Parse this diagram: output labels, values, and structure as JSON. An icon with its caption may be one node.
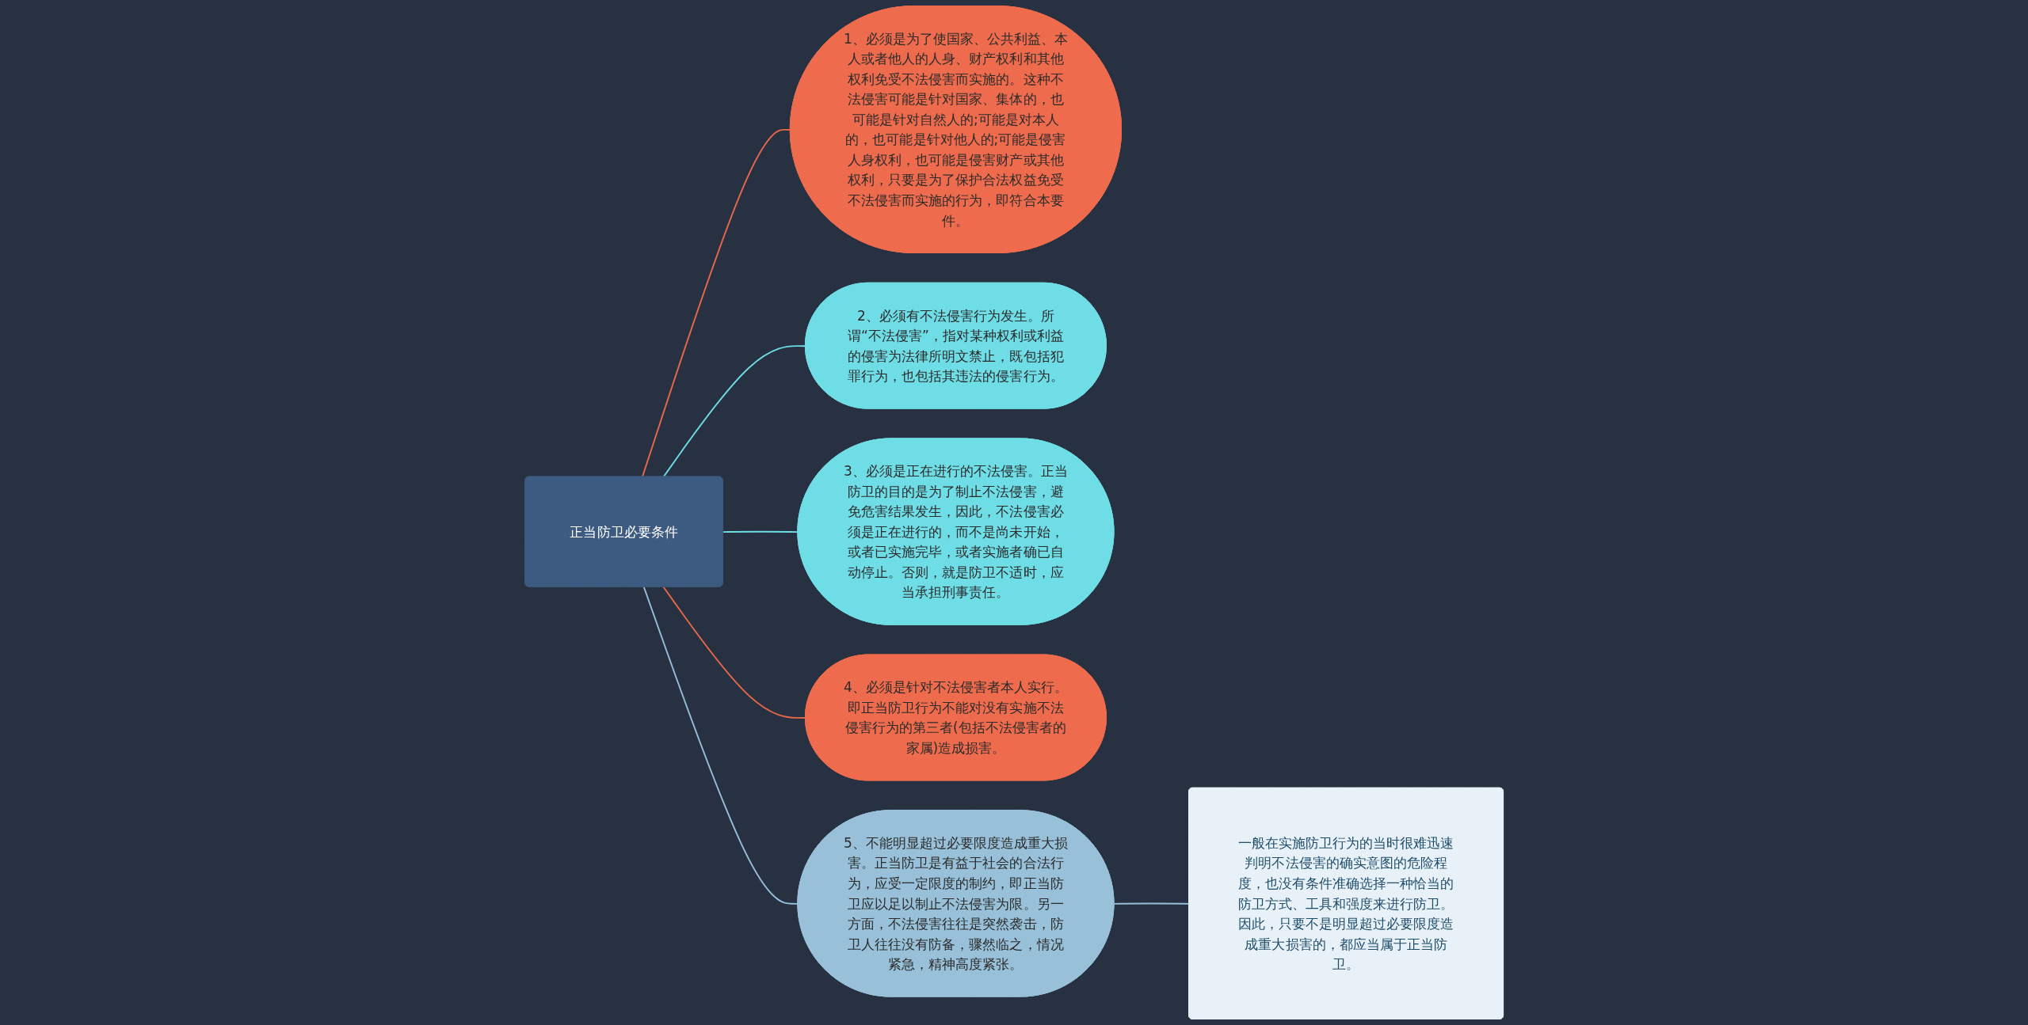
{
  "diagram": {
    "nodes": [
      {
        "text": [
          "正当防卫必要条件"
        ]
      },
      {
        "text": [
          "1、必须是为了使国家、公共利益、本人或者他人的人身、财产权利和其他权利免受不法侵害而实施的。这种不法侵害可能是针对国家、集体的，也可能是针对自然人的;可能是对本人的，也可能是针对他人的;可能是侵害人身权利，也可能是侵害财产或其他权利，只要是为了保护合法权益免受不法侵害而实施的行为，即符合本要件。"
        ]
      },
      {
        "text": [
          "2、必须有不法侵害行为发生。所谓“不法侵害”，指对某种权利或利益的侵害为法律所明文禁止，既包括犯罪行为，也包括其违法的侵害行为。"
        ]
      },
      {
        "text": [
          "3、必须是正在进行的不法侵害。正当防卫的目的是为了制止不法侵害，避免危害结果发生，因此，不法侵害必须是正在进行的，而不是尚未开始，或者已实施完毕，或者实施者确已自动停止。否则，就是防卫不适时，应当承担刑事责任。"
        ]
      },
      {
        "text": [
          "4、必须是针对不法侵害者本人实行。即正当防卫行为不能对没有实施不法侵害行为的第三者(包括不法侵害者的家属)造成损害。"
        ]
      },
      {
        "text": [
          "5、不能明显超过必要限度造成重大损害。正当防卫是有益于社会的合法行为，应受一定限度的制约，即正当防卫应以足以制止不法侵害为限。另一方面，不法侵害往往是突然袭击，防卫人往往没有防备，骤然临之，情况紧急，精神高度紧张。"
        ]
      },
      {
        "text": [
          "一般在实施防卫行为的当时很难迅速判明不法侵害的确实意图的危险程度，也没有条件准确选择一种恰当的防卫方式、工具和强度来进行防卫。因此，只要不是明显超过必要限度造成重大损害的，都应当属于正当防卫。"
        ]
      }
    ],
    "edges": [
      {
        "from": 0,
        "to": 1,
        "arrow": "none",
        "color": "#e8694a"
      },
      {
        "from": 0,
        "to": 2,
        "arrow": "none",
        "color": "#6fdde6"
      },
      {
        "from": 0,
        "to": 3,
        "arrow": "none",
        "color": "#6fdde6"
      },
      {
        "from": 0,
        "to": 4,
        "arrow": "none",
        "color": "#e8694a"
      },
      {
        "from": 0,
        "to": 5,
        "arrow": "none",
        "color": "#97c0db"
      },
      {
        "from": 5,
        "to": 6,
        "arrow": "none",
        "color": "#97c0db"
      }
    ]
  }
}
